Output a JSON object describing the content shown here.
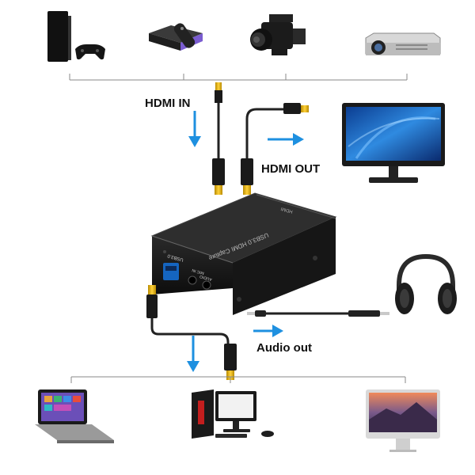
{
  "labels": {
    "hdmi_in": "HDMI IN",
    "hdmi_out": "HDMI OUT",
    "audio_out": "Audio out"
  },
  "device": {
    "front_text": "USB3.0 HDMI Capture",
    "port_label_usb": "USB3.0",
    "port_label_mic": "MIC IN",
    "port_label_audio": "AUDIO",
    "side_label": "HDMI"
  },
  "sources": [
    "game-console",
    "android-tv-box",
    "video-camera",
    "projector"
  ],
  "outputs": [
    "monitor",
    "headphones"
  ],
  "computers": [
    "laptop",
    "desktop-pc",
    "imac"
  ],
  "colors": {
    "arrow_blue": "#1e90e0",
    "line_gray": "#7a7a7a",
    "device_black": "#1a1a1a",
    "connector_gold": "#d9a400",
    "screen_blue": "#2f7fd8"
  }
}
